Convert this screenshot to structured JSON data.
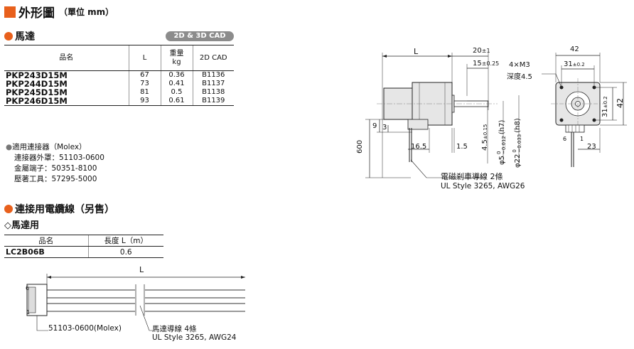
{
  "page": {
    "title": "外形圖",
    "subtitle": "（單位 mm）"
  },
  "motor_section": {
    "heading": "馬達",
    "cad_badge": "2D & 3D CAD",
    "table": {
      "headers": {
        "model": "品名",
        "L": "L",
        "weight_line1": "重量",
        "weight_line2": "kg",
        "cad": "2D CAD"
      },
      "rows": [
        {
          "model": "PKP243D15M",
          "L": "67",
          "weight": "0.36",
          "cad": "B1136"
        },
        {
          "model": "PKP244D15M",
          "L": "73",
          "weight": "0.41",
          "cad": "B1137"
        },
        {
          "model": "PKP245D15M",
          "L": "81",
          "weight": "0.5",
          "cad": "B1138"
        },
        {
          "model": "PKP246D15M",
          "L": "93",
          "weight": "0.61",
          "cad": "B1139"
        }
      ]
    },
    "connector_notes": {
      "title": "適用連接器（Molex）",
      "lines": [
        "連接器外罩：51103-0600",
        "金屬端子：50351-8100",
        "壓著工具：57295-5000"
      ]
    }
  },
  "cable_section": {
    "heading": "連接用電纜線（另售）",
    "sub_heading": "◇馬達用",
    "table": {
      "headers": {
        "model": "品名",
        "length": "長度 L（m）"
      },
      "rows": [
        {
          "model": "LC2B06B",
          "length": "0.6"
        }
      ]
    },
    "drawing": {
      "dim_L": "L",
      "pin_top": "6",
      "pin_bottom": "1",
      "connector_label": "51103-0600(Molex)",
      "lead_label": "馬達導線 4條",
      "lead_spec": "UL Style 3265, AWG24"
    }
  },
  "motor_drawing": {
    "dim_L": "L",
    "dim_20": "20",
    "dim_20_tol": "±1",
    "dim_15": "15",
    "dim_15_tol": "±0.25",
    "dim_9": "9",
    "dim_3": "3",
    "dim_600": "600",
    "dim_16_5": "16.5",
    "dim_1_5": "1.5",
    "dim_4_5": "4.5",
    "dim_4_5_tol": "±0.15",
    "dim_phi5": "φ5",
    "dim_phi5_tol_upper": "0",
    "dim_phi5_tol_lower": "−0.012",
    "dim_phi5_fit": "(h7)",
    "dim_phi22": "φ22",
    "dim_phi22_tol_upper": "0",
    "dim_phi22_tol_lower": "−0.033",
    "dim_phi22_fit": "(h8)",
    "brake_label": "電磁剎車導線 2條",
    "brake_spec": "UL Style 3265, AWG26",
    "front_42_top": "42",
    "front_31_top": "31",
    "front_31_tol": "±0.2",
    "screw_label": "4×M3",
    "screw_depth": "深度4.5",
    "front_31_side": "31",
    "front_31_side_tol": "±0.2",
    "front_42_side": "42",
    "front_pin_6": "6",
    "front_pin_1": "1",
    "front_23": "23"
  },
  "colors": {
    "accent": "#e8601c",
    "badge": "#8c8c8c",
    "motor_body": "#e6e6e6",
    "line": "#222222"
  }
}
